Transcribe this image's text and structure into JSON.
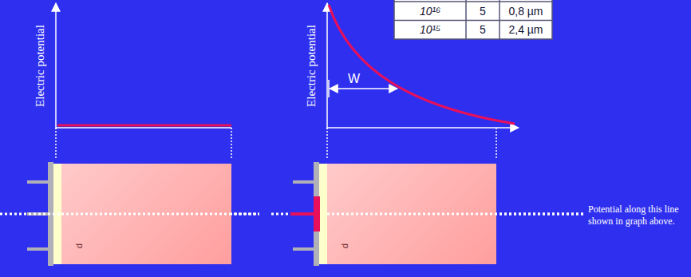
{
  "diagram": {
    "nodes": [
      {
        "text": [
          "p"
        ]
      },
      {
        "text": [
          "p"
        ]
      }
    ],
    "labels": [
      "10¹⁶",
      "5",
      "0,8 µm",
      "10¹⁵",
      "5",
      "2,4 µm",
      "Electric potential",
      "Electric potential",
      "W",
      "Potential along this line shown in graph above."
    ]
  }
}
